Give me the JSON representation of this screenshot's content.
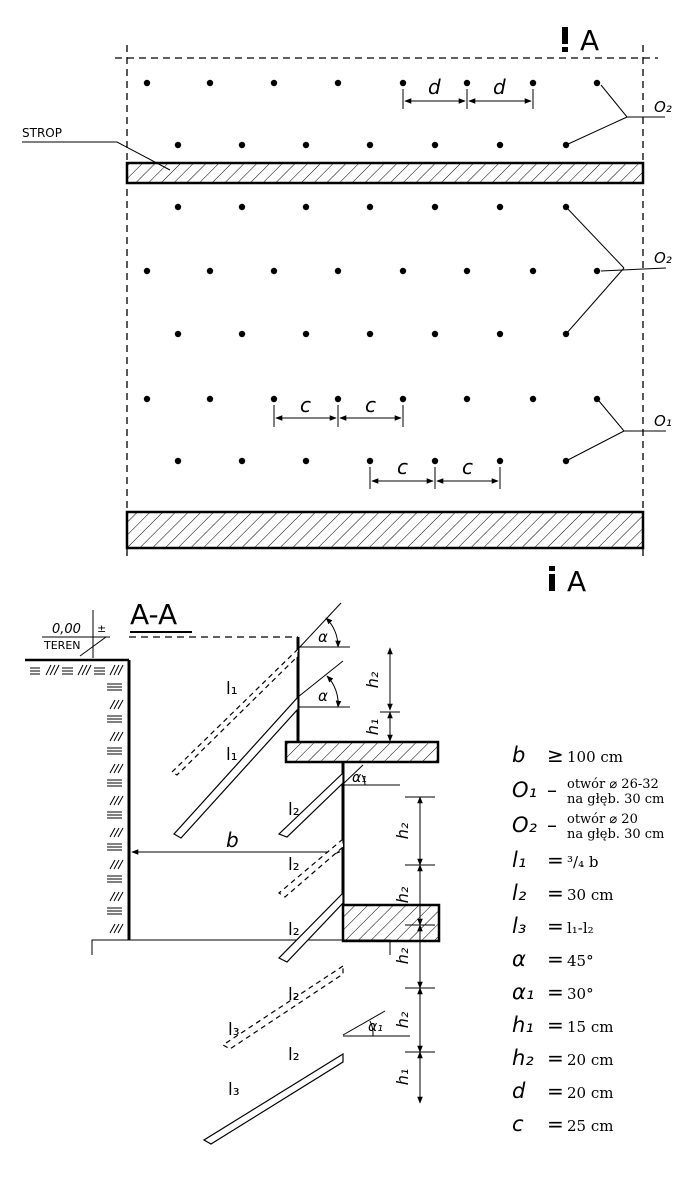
{
  "plan": {
    "section_mark_top": "A",
    "section_mark_bottom": "A",
    "strop_label": "STROP",
    "dim_d": "d",
    "dim_c": "c",
    "hole_labels": {
      "o2_top": "O₂",
      "o2_mid": "O₂",
      "o1": "O₁"
    }
  },
  "section": {
    "title": "A-A",
    "level_value": "0,00",
    "level_sign": "±",
    "level_label": "TEREN",
    "dim_b": "b",
    "alpha": "α",
    "alpha1": "α₁",
    "h1": "h₁",
    "h2": "h₂",
    "l1": "l₁",
    "l2": "l₂",
    "l3": "l₃"
  },
  "legend": [
    {
      "sym": "b",
      "rel": "≥",
      "value": "100 cm"
    },
    {
      "sym": "O₁",
      "rel": "–",
      "value": "otwór ⌀ 26-32",
      "value2": "na głęb. 30 cm"
    },
    {
      "sym": "O₂",
      "rel": "–",
      "value": "otwór ⌀ 20",
      "value2": "na głęb. 30 cm"
    },
    {
      "sym": "l₁",
      "rel": "=",
      "value": "³/₄ b"
    },
    {
      "sym": "l₂",
      "rel": "=",
      "value": "30 cm"
    },
    {
      "sym": "l₃",
      "rel": "=",
      "value": "l₁-l₂"
    },
    {
      "sym": "α",
      "rel": "=",
      "value": "45°"
    },
    {
      "sym": "α₁",
      "rel": "=",
      "value": "30°"
    },
    {
      "sym": "h₁",
      "rel": "=",
      "value": "15 cm"
    },
    {
      "sym": "h₂",
      "rel": "=",
      "value": "20 cm"
    },
    {
      "sym": "d",
      "rel": "=",
      "value": "20 cm"
    },
    {
      "sym": "c",
      "rel": "=",
      "value": "25 cm"
    }
  ]
}
